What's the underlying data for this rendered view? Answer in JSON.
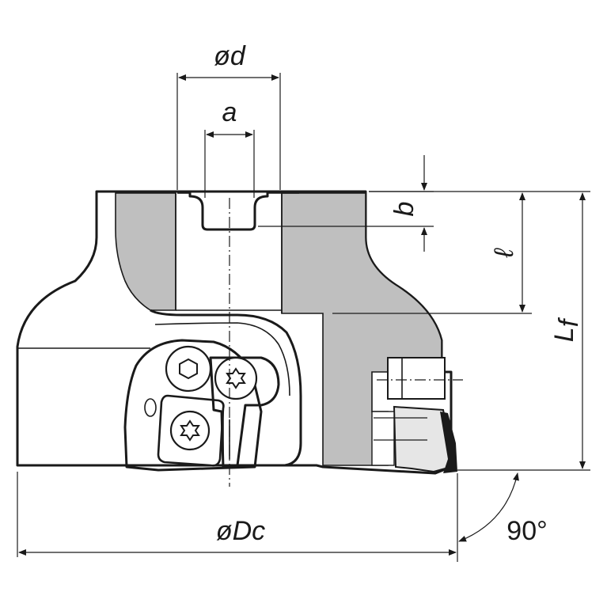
{
  "labels": {
    "bore_diameter": "ød",
    "keyway_width": "a",
    "keyway_depth": "b",
    "bore_depth": "ℓ",
    "total_length_main": "L",
    "total_length_sub": "f",
    "cutter_diameter": "øDc",
    "angle": "90°"
  },
  "colors": {
    "line": "#1a1a1a",
    "section_fill": "#bfbfbf",
    "body_fill": "#ffffff",
    "insert_fill": "#e6e6e6"
  }
}
